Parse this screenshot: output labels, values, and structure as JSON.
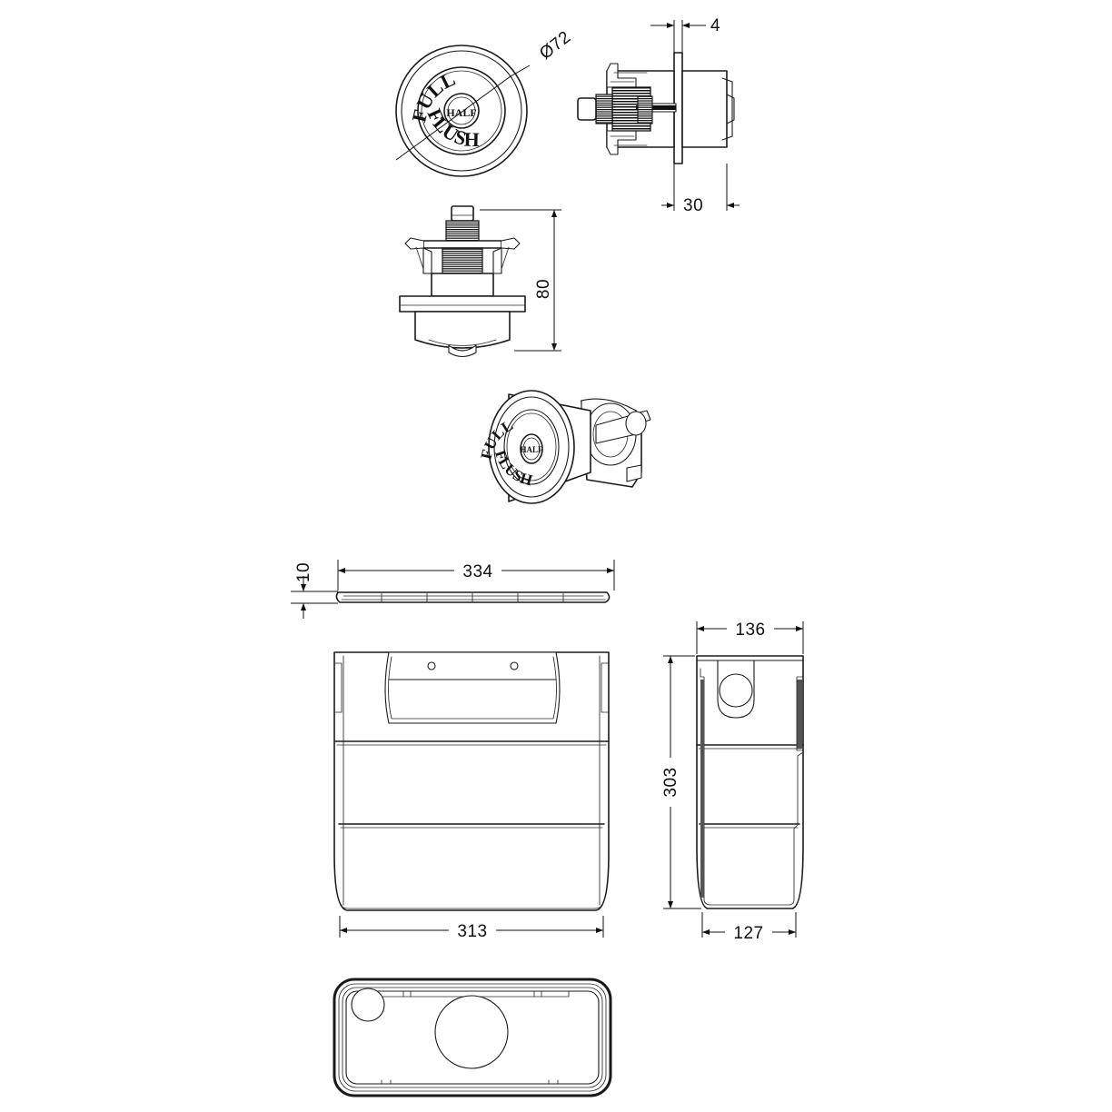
{
  "document": {
    "kind": "technical-dimension-drawing",
    "subject": "Concealed cistern with dual flush push button",
    "units": "mm",
    "line_color": "#1a1a1a",
    "background_color": "#ffffff"
  },
  "views": [
    {
      "id": "flush-button-front",
      "name": "Flush button front view",
      "label_full": "FULL",
      "label_half": "HALF",
      "label_flush": "FLUSH"
    },
    {
      "id": "flush-button-side",
      "name": "Flush button side section view"
    },
    {
      "id": "flush-valve-side",
      "name": "Flush valve side view"
    },
    {
      "id": "flush-button-isometric",
      "name": "Flush button isometric view",
      "label_full": "FULL",
      "label_half": "HALF",
      "label_flush": "FLUSH"
    },
    {
      "id": "access-panel-edge",
      "name": "Access panel edge view"
    },
    {
      "id": "cistern-front",
      "name": "Cistern front elevation"
    },
    {
      "id": "cistern-side",
      "name": "Cistern side elevation"
    },
    {
      "id": "cistern-plan",
      "name": "Cistern plan view"
    }
  ],
  "dimensions": {
    "button_diameter": "Ø72",
    "button_plate_thickness": "4",
    "button_assembly_depth": "30",
    "valve_height": "80",
    "panel_length": "334",
    "panel_thickness": "10",
    "cistern_width": "313",
    "cistern_depth_top": "136",
    "cistern_height": "303",
    "cistern_depth_bottom": "127"
  },
  "button_face": {
    "text_top": "FULL",
    "text_center": "HALF",
    "text_bottom": "FLUSH"
  },
  "isometric_face": {
    "text_top": "FULL",
    "text_center": "HALF",
    "text_bottom": "FLUSH"
  }
}
